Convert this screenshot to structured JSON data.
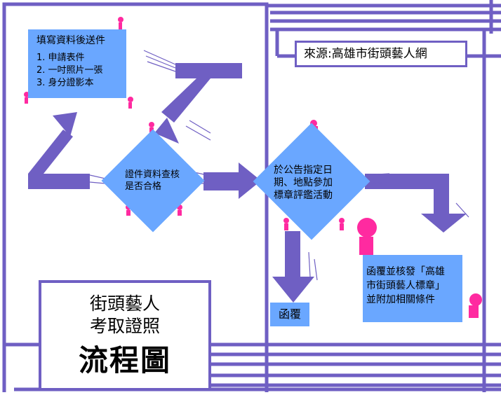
{
  "source": {
    "text": "來源:高雄市街頭藝人網"
  },
  "submit_box": {
    "title": "填寫資料後送件",
    "items": [
      "1. 申請表件",
      "2. 一吋照片一張",
      "3. 身分證影本"
    ]
  },
  "review_diamond": {
    "line1": "證件資料查核",
    "line2": "是否合格"
  },
  "event_diamond": {
    "line1": "於公告指定日",
    "line2": "期、地點參加",
    "line3": "標章評鑑活動"
  },
  "reply_box": {
    "text": "函覆"
  },
  "approve_box": {
    "line1": "函覆並核發「高雄",
    "line2": "市街頭藝人標章」",
    "line3": "並附加相關條件"
  },
  "title_block": {
    "line1": "街頭藝人",
    "line2": "考取證照",
    "line3": "流程圖"
  },
  "colors": {
    "frame": "#6f5fc3",
    "box": "#6aa7ff",
    "arrow": "#6f5fc3",
    "figure": "#ff2aa0"
  }
}
